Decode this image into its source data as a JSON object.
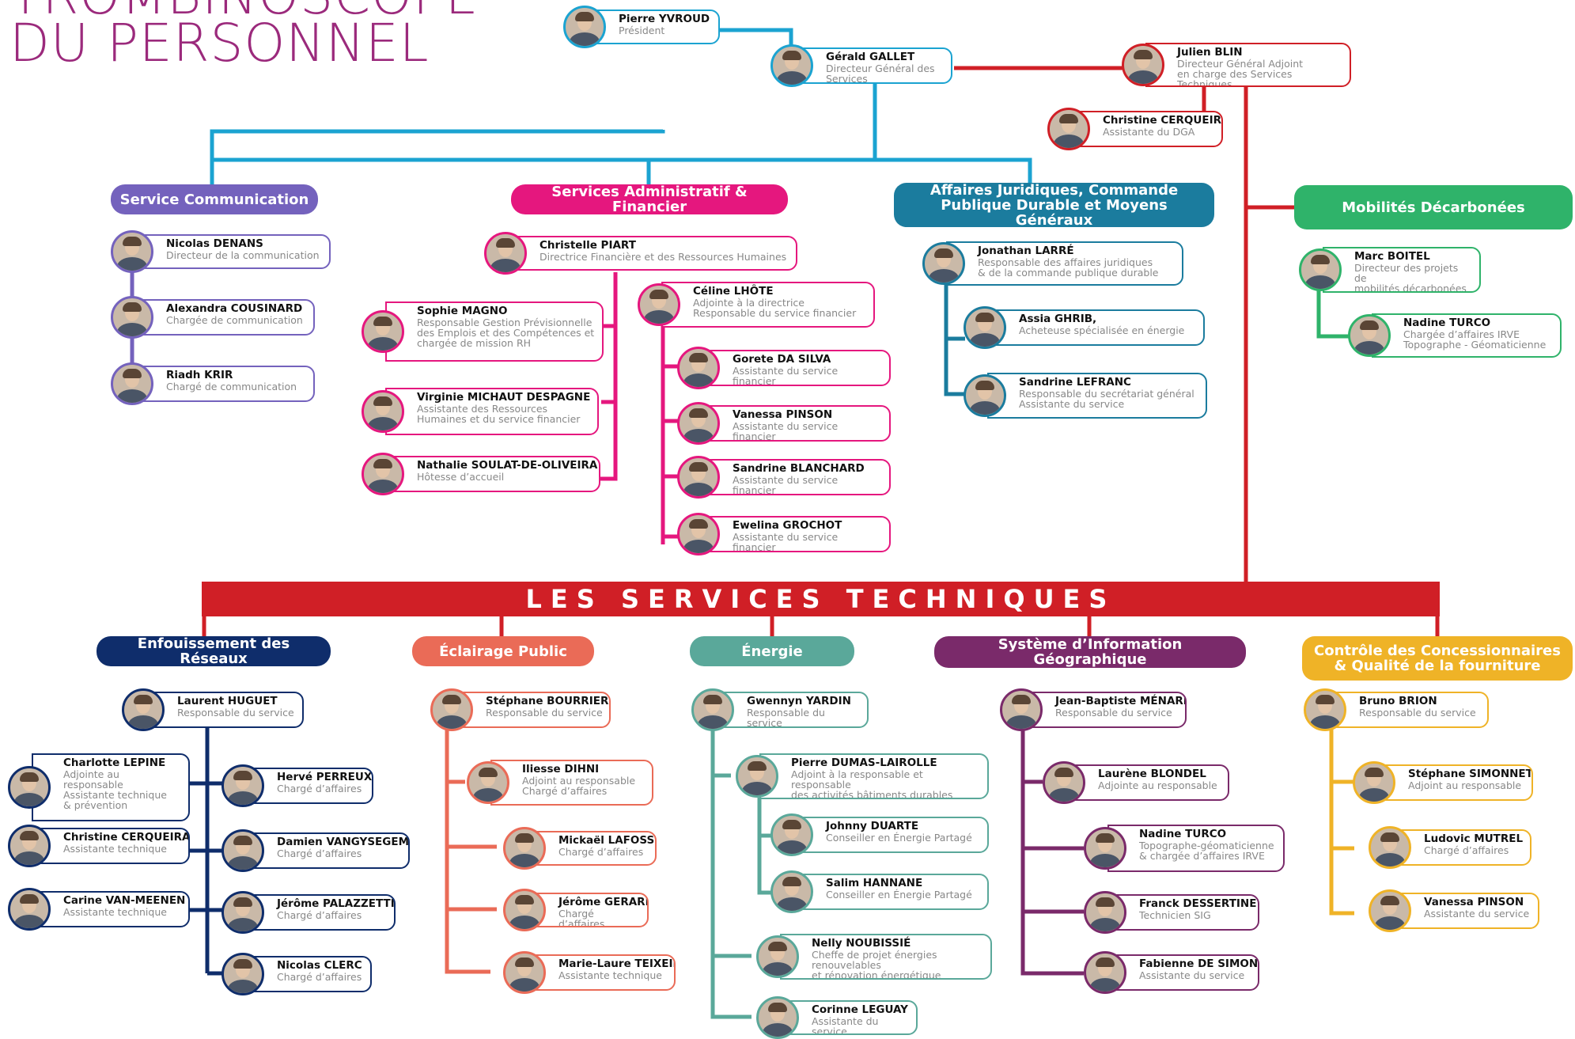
{
  "title": {
    "line1": "TROMBINOSCOPE",
    "line2": "DU PERSONNEL"
  },
  "colors": {
    "direction": "#1ba3d1",
    "dgst": "#d01f26",
    "communication": "#7462bd",
    "admin": "#e5177e",
    "juridique": "#1b7c9e",
    "mobilites": "#2fb36a",
    "enfouissement": "#0f2d6b",
    "eclairage": "#ea6b57",
    "energie": "#5aa89a",
    "sig": "#7a2a6a",
    "controle": "#efb327",
    "title": "#9b2a7c"
  },
  "banner": {
    "label": "LES SERVICES TECHNIQUES"
  },
  "services": {
    "communication": "Service Communication",
    "admin": "Services Administratif & Financier",
    "juridique": "Affaires Juridiques, Commande\nPublique Durable et Moyens Généraux",
    "mobilites": "Mobilités Décarbonées",
    "enfouissement": "Enfouissement des Réseaux",
    "eclairage": "Éclairage Public",
    "energie": "Énergie",
    "sig": "Système d’Information Géographique",
    "controle": "Contrôle des Concessionnaires\n& Qualité de la fourniture"
  },
  "people": {
    "yvroud": {
      "name": "Pierre YVROUD",
      "role": "Président"
    },
    "gallet": {
      "name": "Gérald GALLET",
      "role": "Directeur Général des Services"
    },
    "blin": {
      "name": "Julien BLIN",
      "role": "Directeur Général Adjoint\nen charge des Services Techniques"
    },
    "cerqueira_dga": {
      "name": "Christine CERQUEIRA",
      "role": "Assistante du DGA"
    },
    "denans": {
      "name": "Nicolas DENANS",
      "role": "Directeur de la communication"
    },
    "cousinard": {
      "name": "Alexandra COUSINARD",
      "role": "Chargée de communication"
    },
    "krir": {
      "name": "Riadh KRIR",
      "role": "Chargé de communication"
    },
    "piart": {
      "name": "Christelle PIART",
      "role": "Directrice Financière et des Ressources Humaines"
    },
    "magno": {
      "name": "Sophie MAGNO",
      "role": "Responsable Gestion Prévisionnelle\ndes Emplois et des Compétences et\nchargée de mission RH"
    },
    "michaut": {
      "name": "Virginie MICHAUT DESPAGNE",
      "role": "Assistante des Ressources\nHumaines et du service financier"
    },
    "soulat": {
      "name": "Nathalie SOULAT-DE-OLIVEIRA",
      "role": "Hôtesse d’accueil"
    },
    "lhote": {
      "name": "Céline LHÔTE",
      "role": "Adjointe à la directrice\nResponsable du service financier"
    },
    "dasilva": {
      "name": "Gorete DA SILVA",
      "role": "Assistante du service financier"
    },
    "pinson_fin": {
      "name": "Vanessa PINSON",
      "role": "Assistante du service financier"
    },
    "blanchard": {
      "name": "Sandrine BLANCHARD",
      "role": "Assistante du service financier"
    },
    "grochot": {
      "name": "Ewelina GROCHOT",
      "role": "Assistante du service financier"
    },
    "larre": {
      "name": "Jonathan LARRÉ",
      "role": "Responsable des affaires juridiques\n& de la commande publique durable"
    },
    "ghrib": {
      "name": "Assia GHRIB,",
      "role": "Acheteuse spécialisée en énergie"
    },
    "lefranc": {
      "name": "Sandrine LEFRANC",
      "role": "Responsable du secrétariat général\nAssistante du service"
    },
    "boitel": {
      "name": "Marc BOITEL",
      "role": "Directeur des projets de\nmobilités décarbonées"
    },
    "turco_mob": {
      "name": "Nadine TURCO",
      "role": "Chargée d’affaires IRVE\nTopographe - Géomaticienne"
    },
    "huguet": {
      "name": "Laurent HUGUET",
      "role": "Responsable du service"
    },
    "lepine": {
      "name": "Charlotte LEPINE",
      "role": "Adjointe au responsable\nAssistante technique\n& prévention"
    },
    "cerqueira_tech": {
      "name": "Christine CERQUEIRA",
      "role": "Assistante technique"
    },
    "vanmeenen": {
      "name": "Carine VAN-MEENEN",
      "role": "Assistante technique"
    },
    "perreux": {
      "name": "Hervé PERREUX",
      "role": "Chargé d’affaires"
    },
    "vangysegem": {
      "name": "Damien VANGYSEGEM",
      "role": "Chargé d’affaires"
    },
    "palazzetti": {
      "name": "Jérôme PALAZZETTI",
      "role": "Chargé d’affaires"
    },
    "clerc": {
      "name": "Nicolas CLERC",
      "role": "Chargé d’affaires"
    },
    "bourrier": {
      "name": "Stéphane BOURRIER",
      "role": "Responsable du service"
    },
    "dihni": {
      "name": "Iliesse DIHNI",
      "role": "Adjoint au responsable\nChargé d’affaires"
    },
    "lafosse": {
      "name": "Mickaël LAFOSSE",
      "role": "Chargé d’affaires"
    },
    "gerard": {
      "name": "Jérôme GERARD",
      "role": "Chargé d’affaires"
    },
    "teixeira": {
      "name": "Marie-Laure TEIXEIRA",
      "role": "Assistante technique"
    },
    "yardin": {
      "name": "Gwennyn YARDIN",
      "role": "Responsable du service"
    },
    "dumas": {
      "name": "Pierre DUMAS-LAIROLLE",
      "role": "Adjoint à la responsable et responsable\ndes activités bâtiments durables"
    },
    "duarte": {
      "name": "Johnny DUARTE",
      "role": "Conseiller en Énergie Partagé"
    },
    "hannane": {
      "name": "Salim HANNANE",
      "role": "Conseiller en Énergie Partagé"
    },
    "noubissie": {
      "name": "Nelly NOUBISSIÉ",
      "role": "Cheffe de projet énergies renouvelables\net rénovation énergétique"
    },
    "leguay": {
      "name": "Corinne LEGUAY",
      "role": "Assistante du service"
    },
    "menard": {
      "name": "Jean-Baptiste MÉNARD",
      "role": "Responsable du service"
    },
    "blondel": {
      "name": "Laurène BLONDEL",
      "role": "Adjointe au responsable"
    },
    "turco_sig": {
      "name": "Nadine TURCO",
      "role": "Topographe-géomaticienne\n& chargée d’affaires IRVE"
    },
    "dessertine": {
      "name": "Franck DESSERTINE",
      "role": "Technicien SIG"
    },
    "desimone": {
      "name": "Fabienne DE SIMONE",
      "role": "Assistante du service"
    },
    "brion": {
      "name": "Bruno BRION",
      "role": "Responsable du service"
    },
    "simonnet": {
      "name": "Stéphane SIMONNET",
      "role": "Adjoint au responsable"
    },
    "mutrel": {
      "name": "Ludovic MUTREL",
      "role": "Chargé d’affaires"
    },
    "pinson_ctrl": {
      "name": "Vanessa PINSON",
      "role": "Assistante du service"
    }
  }
}
